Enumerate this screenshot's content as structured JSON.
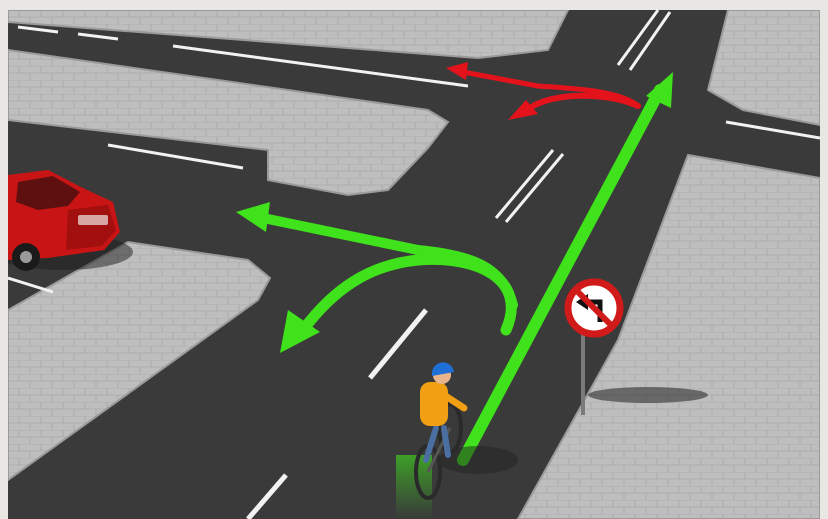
{
  "scene": {
    "subject": "cyclist-at-intersection",
    "colors": {
      "background": "#e9e7e3",
      "asphalt": "#3a3a3a",
      "sidewalk": "#bdbdbd",
      "curb": "#9e9e9e",
      "grass": "#5ea42e",
      "lane_mark": "#f2f2f2",
      "allowed_arrow": "#3fe21b",
      "forbidden_arrow": "#e3121b",
      "car": "#c81414",
      "cyclist_jacket": "#f0a012",
      "cyclist_helmet": "#1e6fd6",
      "sign_ring": "#d11a1a"
    },
    "arrows": [
      {
        "kind": "allowed",
        "direction": "straight"
      },
      {
        "kind": "allowed",
        "direction": "left-turn"
      },
      {
        "kind": "allowed",
        "direction": "u-turn"
      },
      {
        "kind": "forbidden",
        "direction": "left-turn"
      },
      {
        "kind": "forbidden",
        "direction": "u-turn"
      }
    ],
    "sign": {
      "type": "no-left-turn",
      "icon": "no-left-turn-sign-icon"
    },
    "vehicles": [
      {
        "type": "car",
        "color": "red"
      }
    ],
    "road_users": [
      {
        "type": "cyclist"
      }
    ]
  }
}
